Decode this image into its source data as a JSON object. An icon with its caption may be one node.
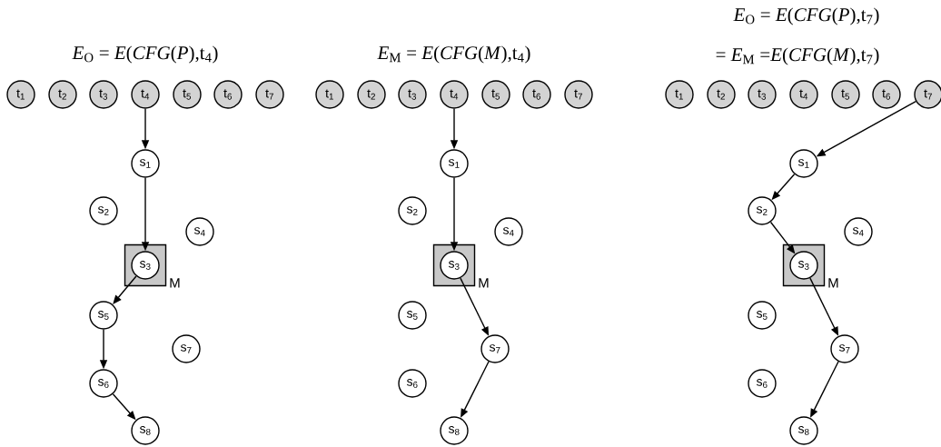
{
  "diagram": {
    "nodes": [
      {
        "text": [
          "t$_{1}$"
        ]
      },
      {
        "text": [
          "t$_{2}$"
        ]
      },
      {
        "text": [
          "t$_{3}$"
        ]
      },
      {
        "text": [
          "t$_{4}$"
        ]
      },
      {
        "text": [
          "t$_{5}$"
        ]
      },
      {
        "text": [
          "t$_{6}$"
        ]
      },
      {
        "text": [
          "t$_{7}$"
        ]
      },
      {
        "text": [
          "M"
        ]
      },
      {
        "text": [
          "s$_{1}$"
        ]
      },
      {
        "text": [
          "s$_{2}$"
        ]
      },
      {
        "text": [
          "s$_{3}$"
        ],
        "in": 7
      },
      {
        "text": [
          "s$_{4}$"
        ]
      },
      {
        "text": [
          "s$_{5}$"
        ]
      },
      {
        "text": [
          "s$_{6}$"
        ]
      },
      {
        "text": [
          "s$_{7}$"
        ]
      },
      {
        "text": [
          "s$_{8}$"
        ]
      },
      {
        "text": [
          "t$_{1}$"
        ]
      },
      {
        "text": [
          "t$_{2}$"
        ]
      },
      {
        "text": [
          "t$_{3}$"
        ]
      },
      {
        "text": [
          "t$_{4}$"
        ]
      },
      {
        "text": [
          "t$_{5}$"
        ]
      },
      {
        "text": [
          "t$_{6}$"
        ]
      },
      {
        "text": [
          "t$_{7}$"
        ]
      },
      {
        "text": [
          "M"
        ]
      },
      {
        "text": [
          "s$_{1}$"
        ]
      },
      {
        "text": [
          "s$_{2}$"
        ]
      },
      {
        "text": [
          "s$_{3}$"
        ],
        "in": 23
      },
      {
        "text": [
          "s$_{4}$"
        ]
      },
      {
        "text": [
          "s$_{5}$"
        ]
      },
      {
        "text": [
          "s$_{6}$"
        ]
      },
      {
        "text": [
          "s$_{7}$"
        ]
      },
      {
        "text": [
          "s$_{8}$"
        ]
      },
      {
        "text": [
          "t$_{1}$"
        ]
      },
      {
        "text": [
          "t$_{2}$"
        ]
      },
      {
        "text": [
          "t$_{3}$"
        ]
      },
      {
        "text": [
          "t$_{4}$"
        ]
      },
      {
        "text": [
          "t$_{5}$"
        ]
      },
      {
        "text": [
          "t$_{6}$"
        ]
      },
      {
        "text": [
          "t$_{7}$"
        ]
      },
      {
        "text": [
          "M"
        ]
      },
      {
        "text": [
          "s$_{1}$"
        ]
      },
      {
        "text": [
          "s$_{2}$"
        ]
      },
      {
        "text": [
          "s$_{3}$"
        ],
        "in": 39
      },
      {
        "text": [
          "s$_{4}$"
        ]
      },
      {
        "text": [
          "s$_{5}$"
        ]
      },
      {
        "text": [
          "s$_{6}$"
        ]
      },
      {
        "text": [
          "s$_{7}$"
        ]
      },
      {
        "text": [
          "s$_{8}$"
        ]
      }
    ],
    "edges": [
      {
        "from": 3,
        "to": 8,
        "arrow": "to"
      },
      {
        "from": 8,
        "to": 10,
        "arrow": "to"
      },
      {
        "from": 10,
        "to": 12,
        "arrow": "to"
      },
      {
        "from": 12,
        "to": 13,
        "arrow": "to"
      },
      {
        "from": 13,
        "to": 15,
        "arrow": "to"
      },
      {
        "from": 19,
        "to": 24,
        "arrow": "to"
      },
      {
        "from": 24,
        "to": 26,
        "arrow": "to"
      },
      {
        "from": 26,
        "to": 30,
        "arrow": "to"
      },
      {
        "from": 30,
        "to": 31,
        "arrow": "to"
      },
      {
        "from": 38,
        "to": 40,
        "arrow": "to"
      },
      {
        "from": 40,
        "to": 41,
        "arrow": "to"
      },
      {
        "from": 41,
        "to": 42,
        "arrow": "to"
      },
      {
        "from": 42,
        "to": 46,
        "arrow": "to"
      },
      {
        "from": 46,
        "to": 47,
        "arrow": "to"
      }
    ],
    "labels": [
      "*E*$_{O}$ = *E*(*CFG*(*P*),t$_{4}$)",
      "*E*$_{M}$ = *E*(*CFG*(*M*),t$_{4}$)",
      "*E*$_{O}$ = *E*(*CFG*(*P*),t$_{7}$)",
      "= *E*$_{M}$ =*E*(*CFG*(*M*),t$_{7}$)"
    ]
  }
}
